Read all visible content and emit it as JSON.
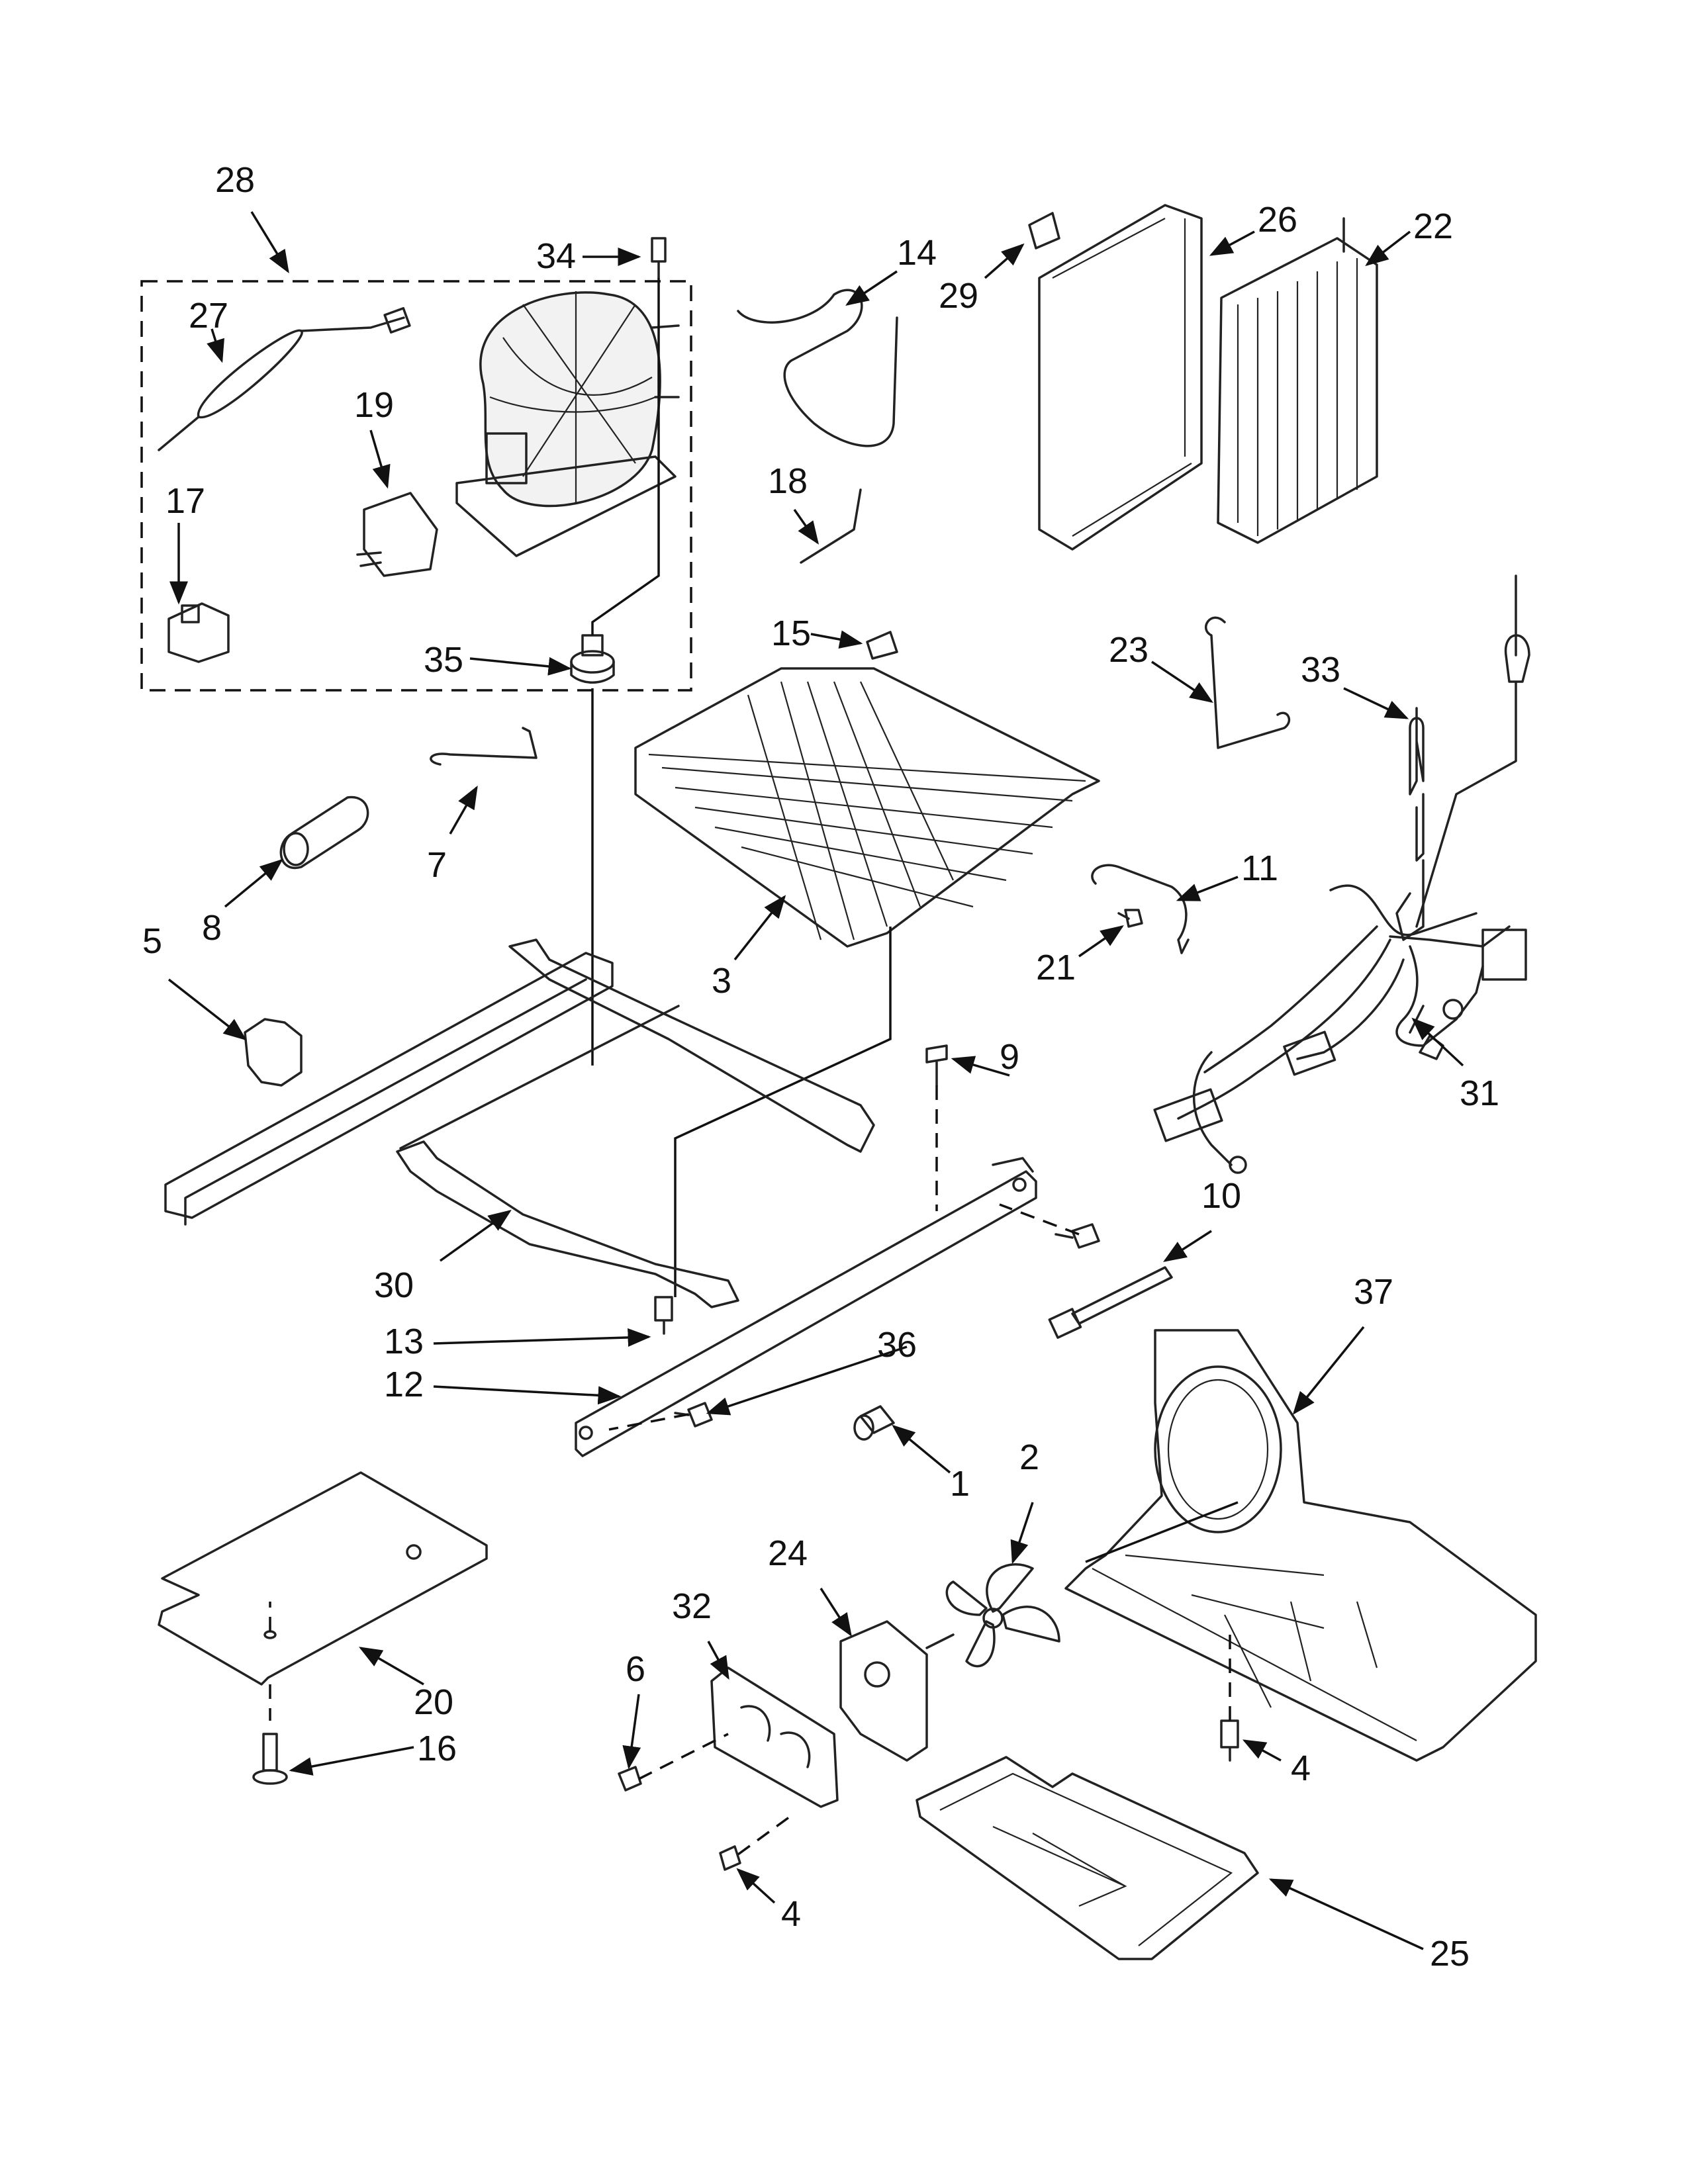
{
  "diagram": {
    "labels": [
      {
        "id": "p28",
        "text": "28"
      },
      {
        "id": "p34",
        "text": "34"
      },
      {
        "id": "p14",
        "text": "14"
      },
      {
        "id": "p29",
        "text": "29"
      },
      {
        "id": "p26",
        "text": "26"
      },
      {
        "id": "p22",
        "text": "22"
      },
      {
        "id": "p27",
        "text": "27"
      },
      {
        "id": "p19",
        "text": "19"
      },
      {
        "id": "p18",
        "text": "18"
      },
      {
        "id": "p17",
        "text": "17"
      },
      {
        "id": "p15",
        "text": "15"
      },
      {
        "id": "p35",
        "text": "35"
      },
      {
        "id": "p23",
        "text": "23"
      },
      {
        "id": "p33",
        "text": "33"
      },
      {
        "id": "p7",
        "text": "7"
      },
      {
        "id": "p8",
        "text": "8"
      },
      {
        "id": "p11",
        "text": "11"
      },
      {
        "id": "p21",
        "text": "21"
      },
      {
        "id": "p5",
        "text": "5"
      },
      {
        "id": "p3",
        "text": "3"
      },
      {
        "id": "p9",
        "text": "9"
      },
      {
        "id": "p31",
        "text": "31"
      },
      {
        "id": "p10",
        "text": "10"
      },
      {
        "id": "p30",
        "text": "30"
      },
      {
        "id": "p37",
        "text": "37"
      },
      {
        "id": "p13",
        "text": "13"
      },
      {
        "id": "p36",
        "text": "36"
      },
      {
        "id": "p12",
        "text": "12"
      },
      {
        "id": "p1",
        "text": "1"
      },
      {
        "id": "p2",
        "text": "2"
      },
      {
        "id": "p24",
        "text": "24"
      },
      {
        "id": "p32",
        "text": "32"
      },
      {
        "id": "p6",
        "text": "6"
      },
      {
        "id": "p20",
        "text": "20"
      },
      {
        "id": "p16",
        "text": "16"
      },
      {
        "id": "p4a",
        "text": "4"
      },
      {
        "id": "p4b",
        "text": "4"
      },
      {
        "id": "p25",
        "text": "25"
      }
    ]
  }
}
